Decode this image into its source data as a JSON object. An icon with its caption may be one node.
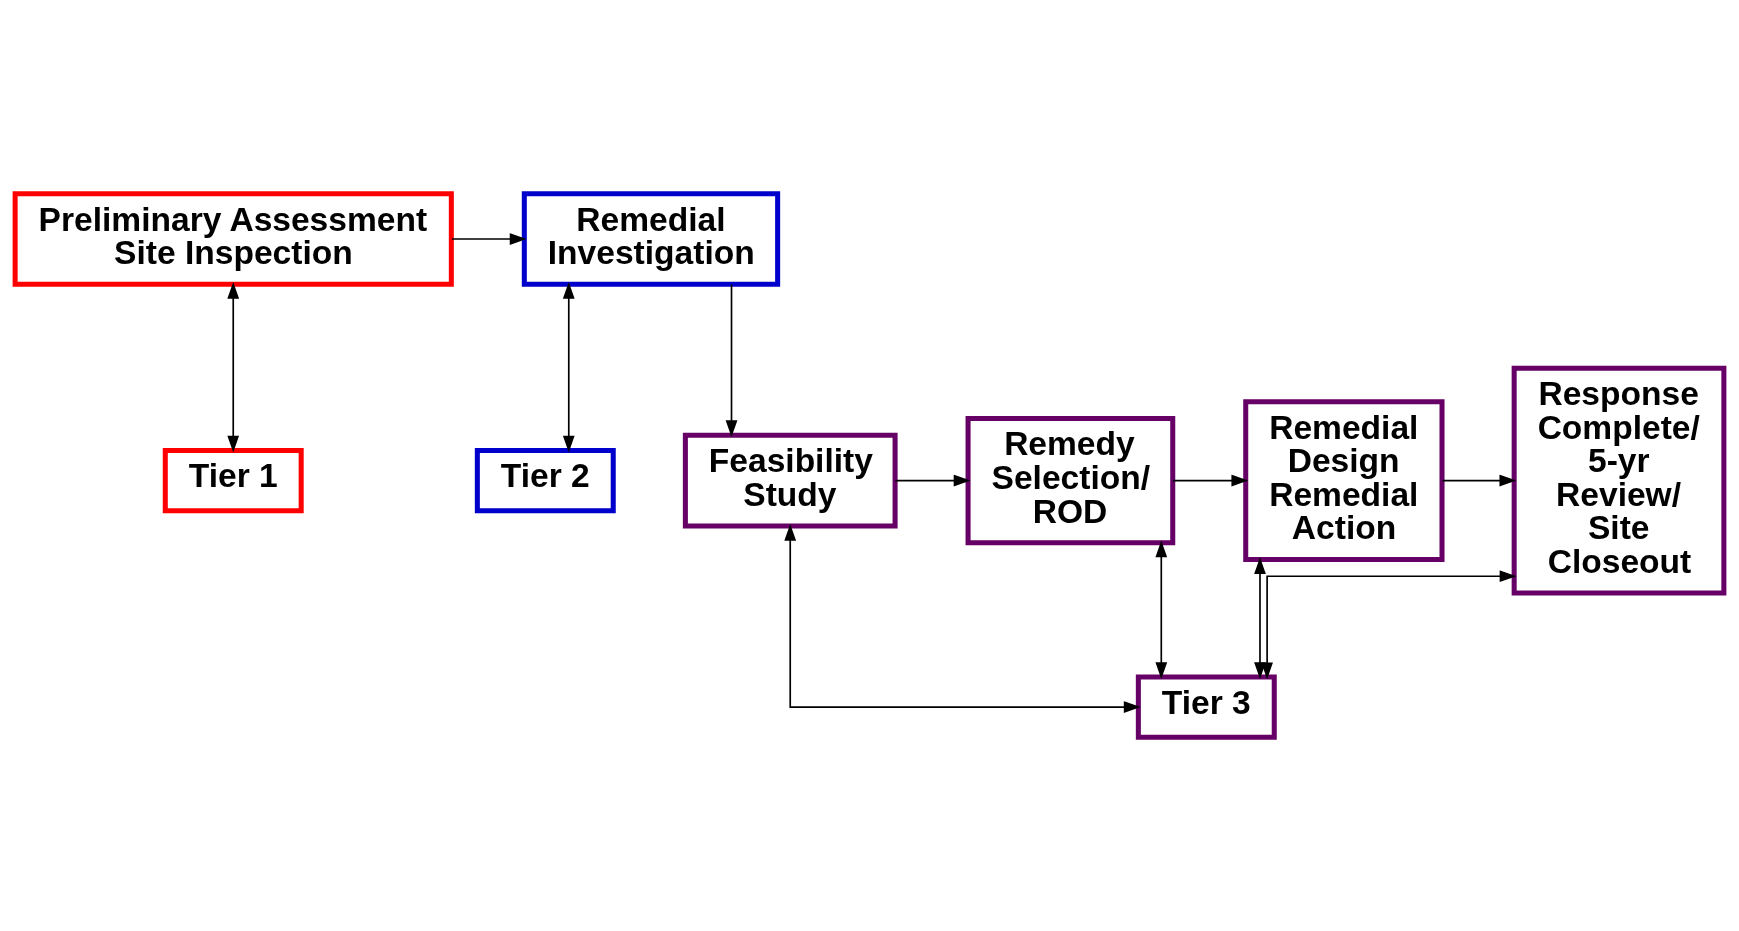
{
  "diagram": {
    "nodes": [
      {
        "text": [
          "Preliminary Assessment",
          "Site Inspection"
        ]
      },
      {
        "text": [
          "Remedial Investigation"
        ]
      },
      {
        "text": [
          "Tier 1"
        ]
      },
      {
        "text": [
          "Tier 2"
        ]
      },
      {
        "text": [
          "Feasibility Study"
        ]
      },
      {
        "text": [
          "Remedy Selection/ ROD"
        ]
      },
      {
        "text": [
          "Remedial Design Remedial Action"
        ]
      },
      {
        "text": [
          "Response Complete/ 5-yr Review/ Site Closeout"
        ]
      },
      {
        "text": [
          "Tier 3"
        ]
      }
    ],
    "edges": [
      {
        "from": 0,
        "to": 1,
        "arrow": "to"
      },
      {
        "from": 0,
        "to": 2,
        "arrow": "both"
      },
      {
        "from": 1,
        "to": 3,
        "arrow": "both"
      },
      {
        "from": 1,
        "to": 4,
        "arrow": "to"
      },
      {
        "from": 4,
        "to": 5,
        "arrow": "to"
      },
      {
        "from": 5,
        "to": 6,
        "arrow": "to"
      },
      {
        "from": 6,
        "to": 7,
        "arrow": "to"
      },
      {
        "from": 8,
        "to": 4,
        "arrow": "both"
      },
      {
        "from": 8,
        "to": 5,
        "arrow": "both"
      },
      {
        "from": 8,
        "to": 6,
        "arrow": "both"
      },
      {
        "from": 8,
        "to": 7,
        "arrow": "both"
      }
    ]
  }
}
